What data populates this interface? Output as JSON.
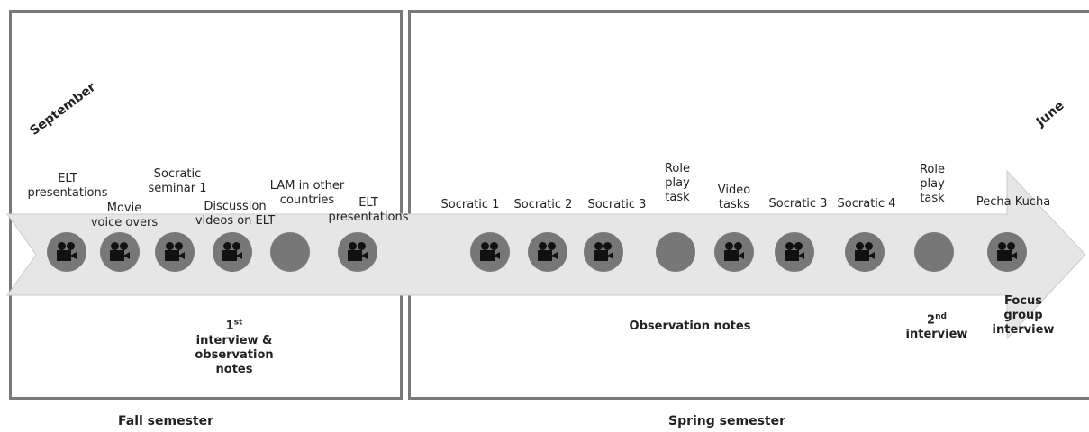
{
  "month_start": "September",
  "month_end": "June",
  "semesters": {
    "fall": "Fall semester",
    "spring": "Spring semester"
  },
  "fall_events": [
    {
      "label": "ELT\npresentations",
      "marker": "camera-icon"
    },
    {
      "label": "Movie\nvoice overs",
      "marker": "camera-icon"
    },
    {
      "label": "Socratic\nseminar 1",
      "marker": "camera-icon"
    },
    {
      "label": "Discussion\nvideos on ELT",
      "marker": "camera-icon"
    },
    {
      "label": "LAM in other\ncountries",
      "marker": "plain-circle"
    },
    {
      "label": "ELT\npresentations",
      "marker": "camera-icon"
    }
  ],
  "spring_events": [
    {
      "label": "Socratic 1",
      "marker": "camera-icon"
    },
    {
      "label": "Socratic 2",
      "marker": "camera-icon"
    },
    {
      "label": "Socratic 3",
      "marker": "camera-icon"
    },
    {
      "label": "Role\nplay\ntask",
      "marker": "plain-circle"
    },
    {
      "label": "Video\ntasks",
      "marker": "camera-icon"
    },
    {
      "label": "Socratic 3",
      "marker": "camera-icon"
    },
    {
      "label": "Socratic 4",
      "marker": "camera-icon"
    },
    {
      "label": "Role\nplay\ntask",
      "marker": "plain-circle"
    },
    {
      "label": "Pecha Kucha",
      "marker": "camera-icon"
    }
  ],
  "data_collection": {
    "first_interview": "1st\ninterview &\nobservation\nnotes",
    "observation_notes": "Observation notes",
    "second_interview": "2nd\ninterview",
    "focus_group": "Focus\ngroup\ninterview"
  },
  "colors": {
    "arrow": "#e6e6e6",
    "arrow_stroke": "#cccccc",
    "marker": "#777777",
    "box": "#7a7a7a"
  }
}
